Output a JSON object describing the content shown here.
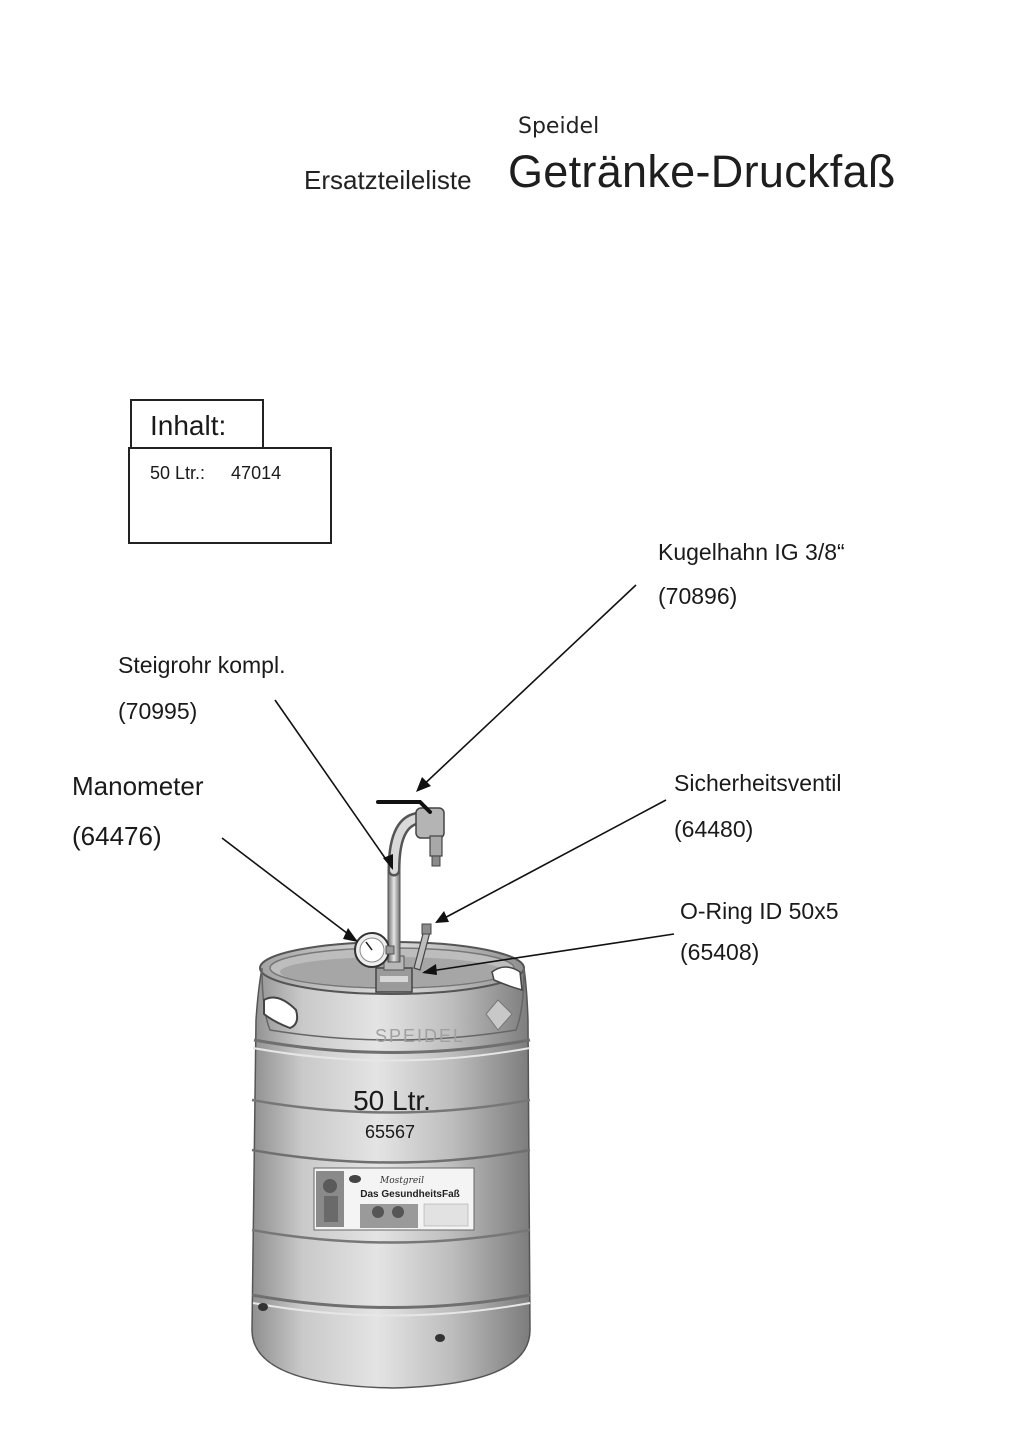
{
  "header": {
    "brand": "Speidel",
    "subtitle": "Ersatzteileliste",
    "title": "Getränke-Druckfaß"
  },
  "contents": {
    "heading": "Inhalt:",
    "rows": [
      {
        "label": "50 Ltr.:",
        "number": "47014"
      }
    ]
  },
  "parts": {
    "kugelhahn": {
      "name": "Kugelhahn IG 3/8“",
      "number": "(70896)"
    },
    "steigrohr": {
      "name": "Steigrohr kompl.",
      "number": "(70995)"
    },
    "manometer": {
      "name": "Manometer",
      "number": "(64476)"
    },
    "sicherheitsventil": {
      "name": "Sicherheitsventil",
      "number": "(64480)"
    },
    "oring": {
      "name": "O-Ring ID 50x5",
      "number": "(65408)"
    }
  },
  "keg": {
    "volume_label": "50 Ltr.",
    "article_number": "65567",
    "embossed_brand": "SPEIDEL",
    "sticker_line1": "Mostgreil",
    "sticker_line2": "Das GesundheitsFaß",
    "body_color": "#b9b9b9"
  }
}
